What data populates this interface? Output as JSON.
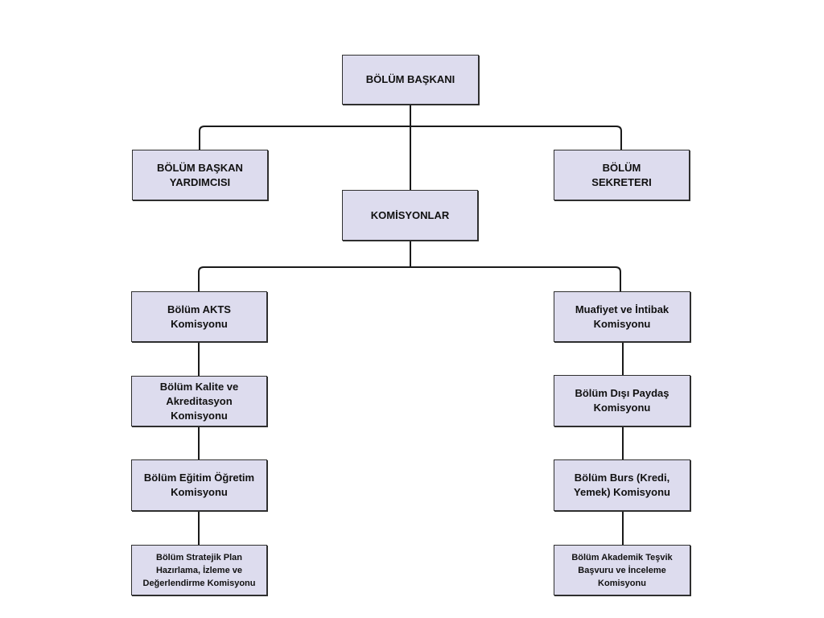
{
  "colors": {
    "box_fill": "#dddcee",
    "border": "#2f2f2f",
    "connector": "#1a1a1a"
  },
  "nodes": {
    "head": "BÖLÜM BAŞKANI",
    "deputy": "BÖLÜM BAŞKAN\nYARDIMCISI",
    "secretary": "BÖLÜM\nSEKRETERI",
    "committees": "KOMİSYONLAR",
    "left": [
      "Bölüm AKTS\nKomisyonu",
      "Bölüm Kalite ve\nAkreditasyon\nKomisyonu",
      "Bölüm Eğitim Öğretim\nKomisyonu",
      "Bölüm Stratejik Plan\nHazırlama, İzleme ve\nDeğerlendirme Komisyonu"
    ],
    "right": [
      "Muafiyet ve İntibak\nKomisyonu",
      "Bölüm Dışı Paydaş\nKomisyonu",
      "Bölüm Burs (Kredi,\nYemek) Komisyonu",
      "Bölüm Akademik Teşvik\nBaşvuru ve İnceleme\nKomisyonu"
    ]
  }
}
